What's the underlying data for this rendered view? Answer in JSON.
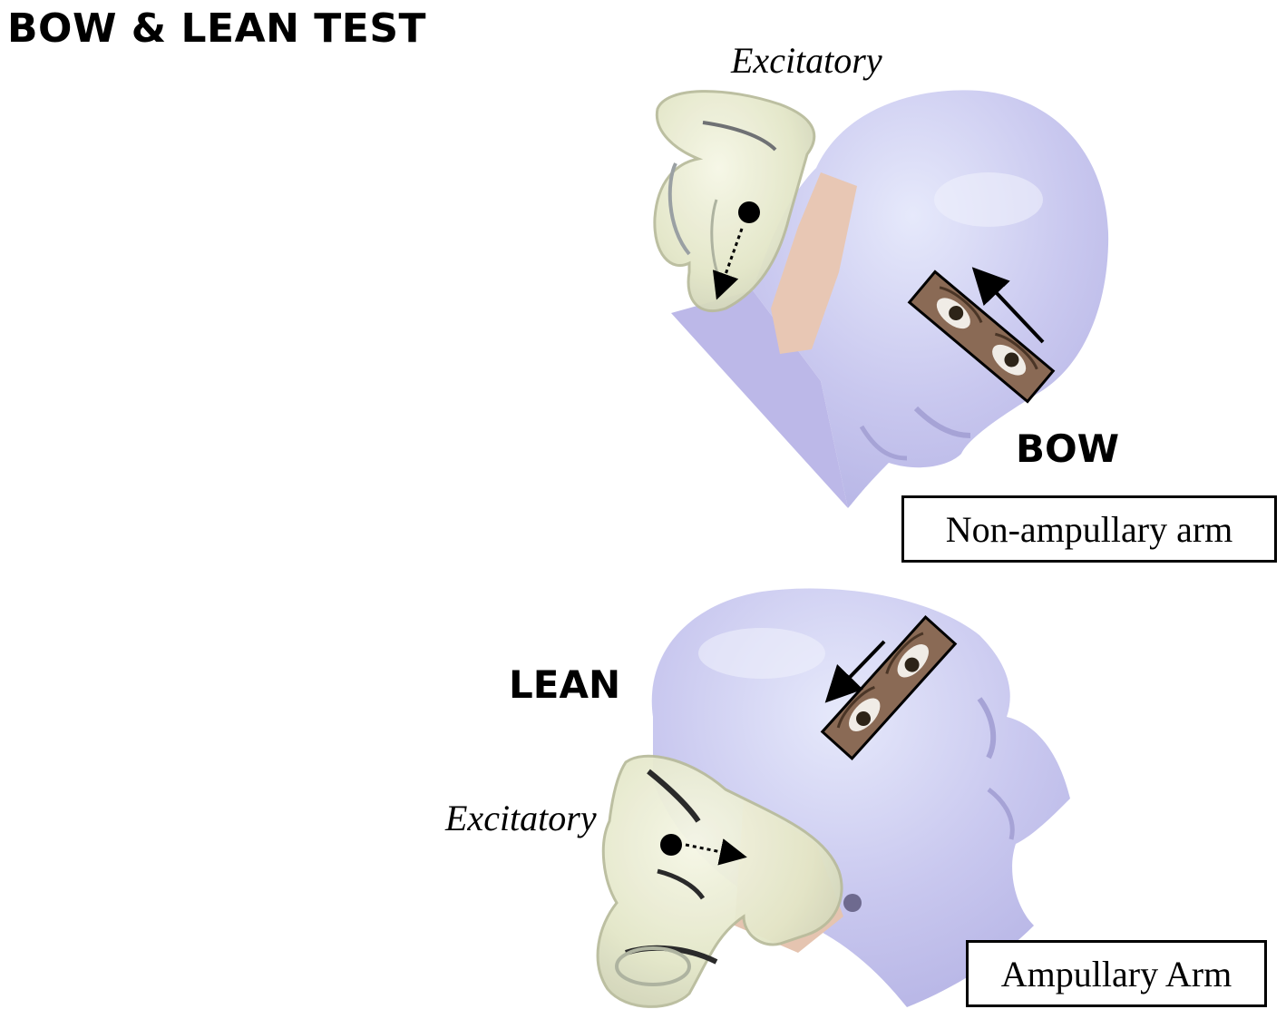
{
  "title": "BOW & LEAN TEST",
  "bow": {
    "position_label": "BOW",
    "excitatory_label": "Excitatory",
    "arm_label": "Non-ampullary arm"
  },
  "lean": {
    "position_label": "LEAN",
    "excitatory_label": "Excitatory",
    "arm_label": "Ampullary Arm"
  },
  "colors": {
    "head_fill": "#c9c8ef",
    "head_highlight": "#e2e6fb",
    "canal_fill": "#e7ead2",
    "eye_box_fill": "#8a6a55",
    "arrow": "#000000"
  }
}
